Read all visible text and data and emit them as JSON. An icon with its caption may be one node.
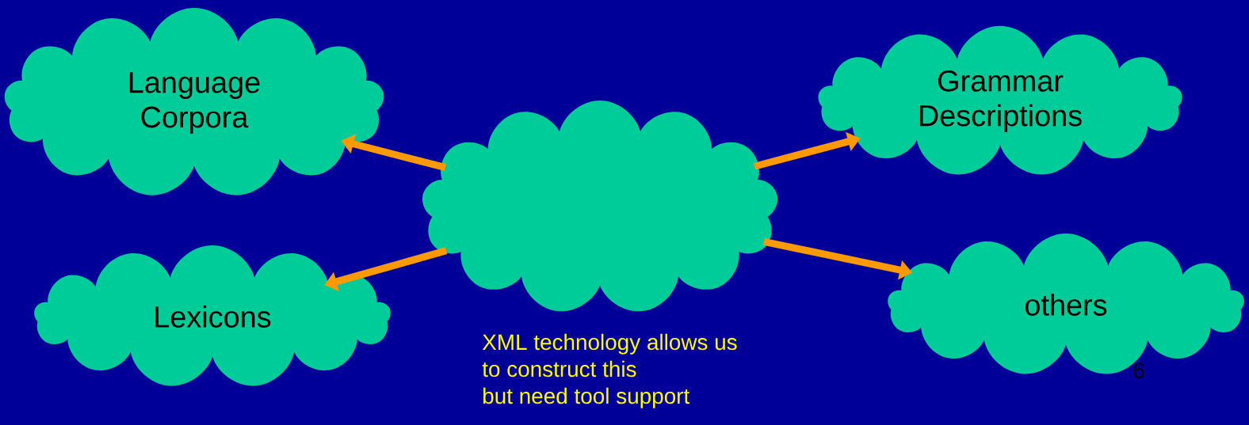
{
  "diagram": {
    "nodes": [
      {
        "text": [
          "Language Corpora"
        ]
      },
      {
        "text": [
          "Grammar Descriptions"
        ]
      },
      {
        "text": [],
        "shape": "cloud"
      },
      {
        "text": [
          "Lexicons"
        ]
      },
      {
        "text": [
          "others"
        ]
      }
    ],
    "edges": [
      {
        "from": 2,
        "to": 0,
        "arrow": "to"
      },
      {
        "from": 2,
        "to": 1,
        "arrow": "to"
      },
      {
        "from": 2,
        "to": 3,
        "arrow": "to"
      },
      {
        "from": 2,
        "to": 4,
        "arrow": "to"
      }
    ],
    "labels": [
      "XML technology allows us",
      "to construct this",
      "but need tool support",
      "6"
    ]
  }
}
